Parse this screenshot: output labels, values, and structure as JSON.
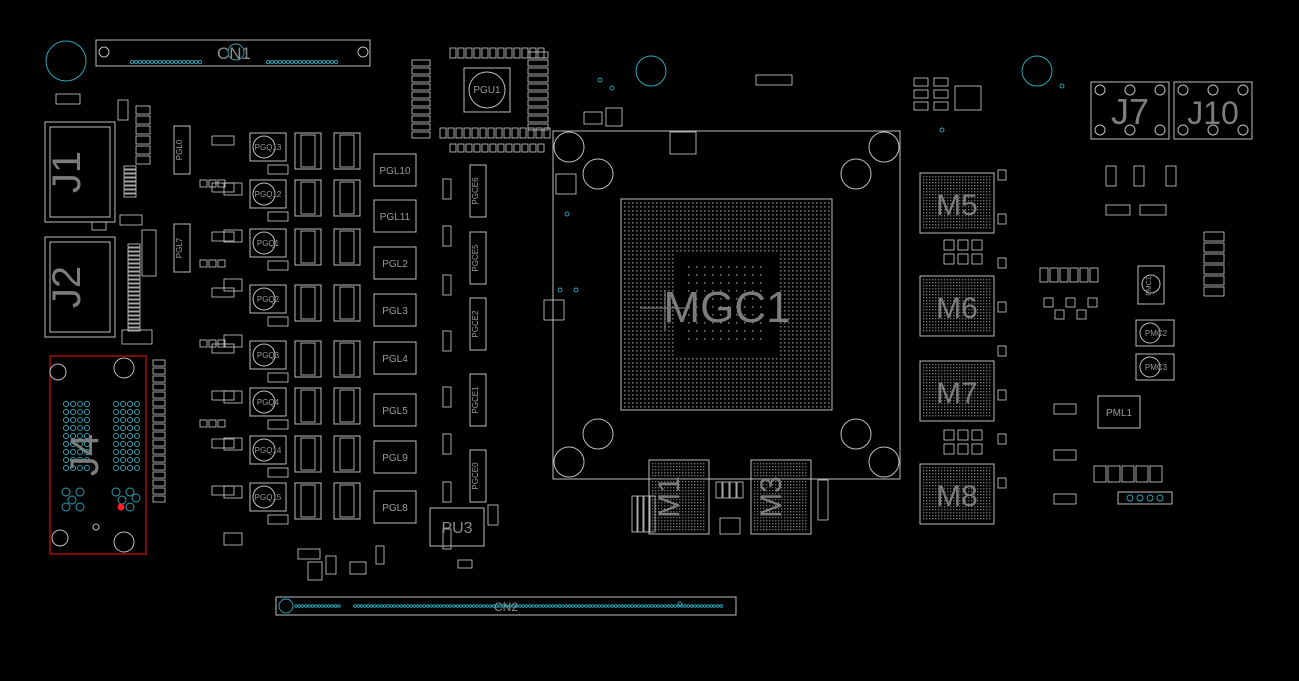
{
  "board": {
    "background": "#000000",
    "outline_color": "#bdbdbd",
    "via_color": "#2aa6b8",
    "selection_color": "#d01010",
    "selected_component": "J4"
  },
  "labels": {
    "cn1": "CN1",
    "cn2": "CN2",
    "j1": "J1",
    "j2": "J2",
    "j4": "J4",
    "j7": "J7",
    "j10": "J10",
    "mgc1": "MGC1",
    "m1": "M1",
    "m3": "M3",
    "m5": "M5",
    "m6": "M6",
    "m7": "M7",
    "m8": "M8",
    "pgu1": "PGU1",
    "pu3": "PU3",
    "pml1": "PML1",
    "pmc1": "PMC1",
    "pmc2": "PMC2",
    "pmc3": "PMC3",
    "pgl0": "PGL0",
    "pgl7": "PGL7",
    "pgl10": "PGL10",
    "pgl11": "PGL11",
    "pgl2": "PGL2",
    "pgl3": "PGL3",
    "pgl4": "PGL4",
    "pgl5": "PGL5",
    "pgl9": "PGL9",
    "pgl8": "PGL8",
    "pgq13": "PGQ13",
    "pgq12": "PGQ12",
    "pgq1": "PGQ1",
    "pgq2": "PGQ2",
    "pgq3": "PGQ3",
    "pgq4": "PGQ4",
    "pgq14": "PGQ14",
    "pgq15": "PGQ15",
    "pgce6": "PGCE6",
    "pgce5": "PGCE5",
    "pgce2": "PGCE2",
    "pgce1": "PGCE1",
    "pgce0": "PGCE0"
  }
}
